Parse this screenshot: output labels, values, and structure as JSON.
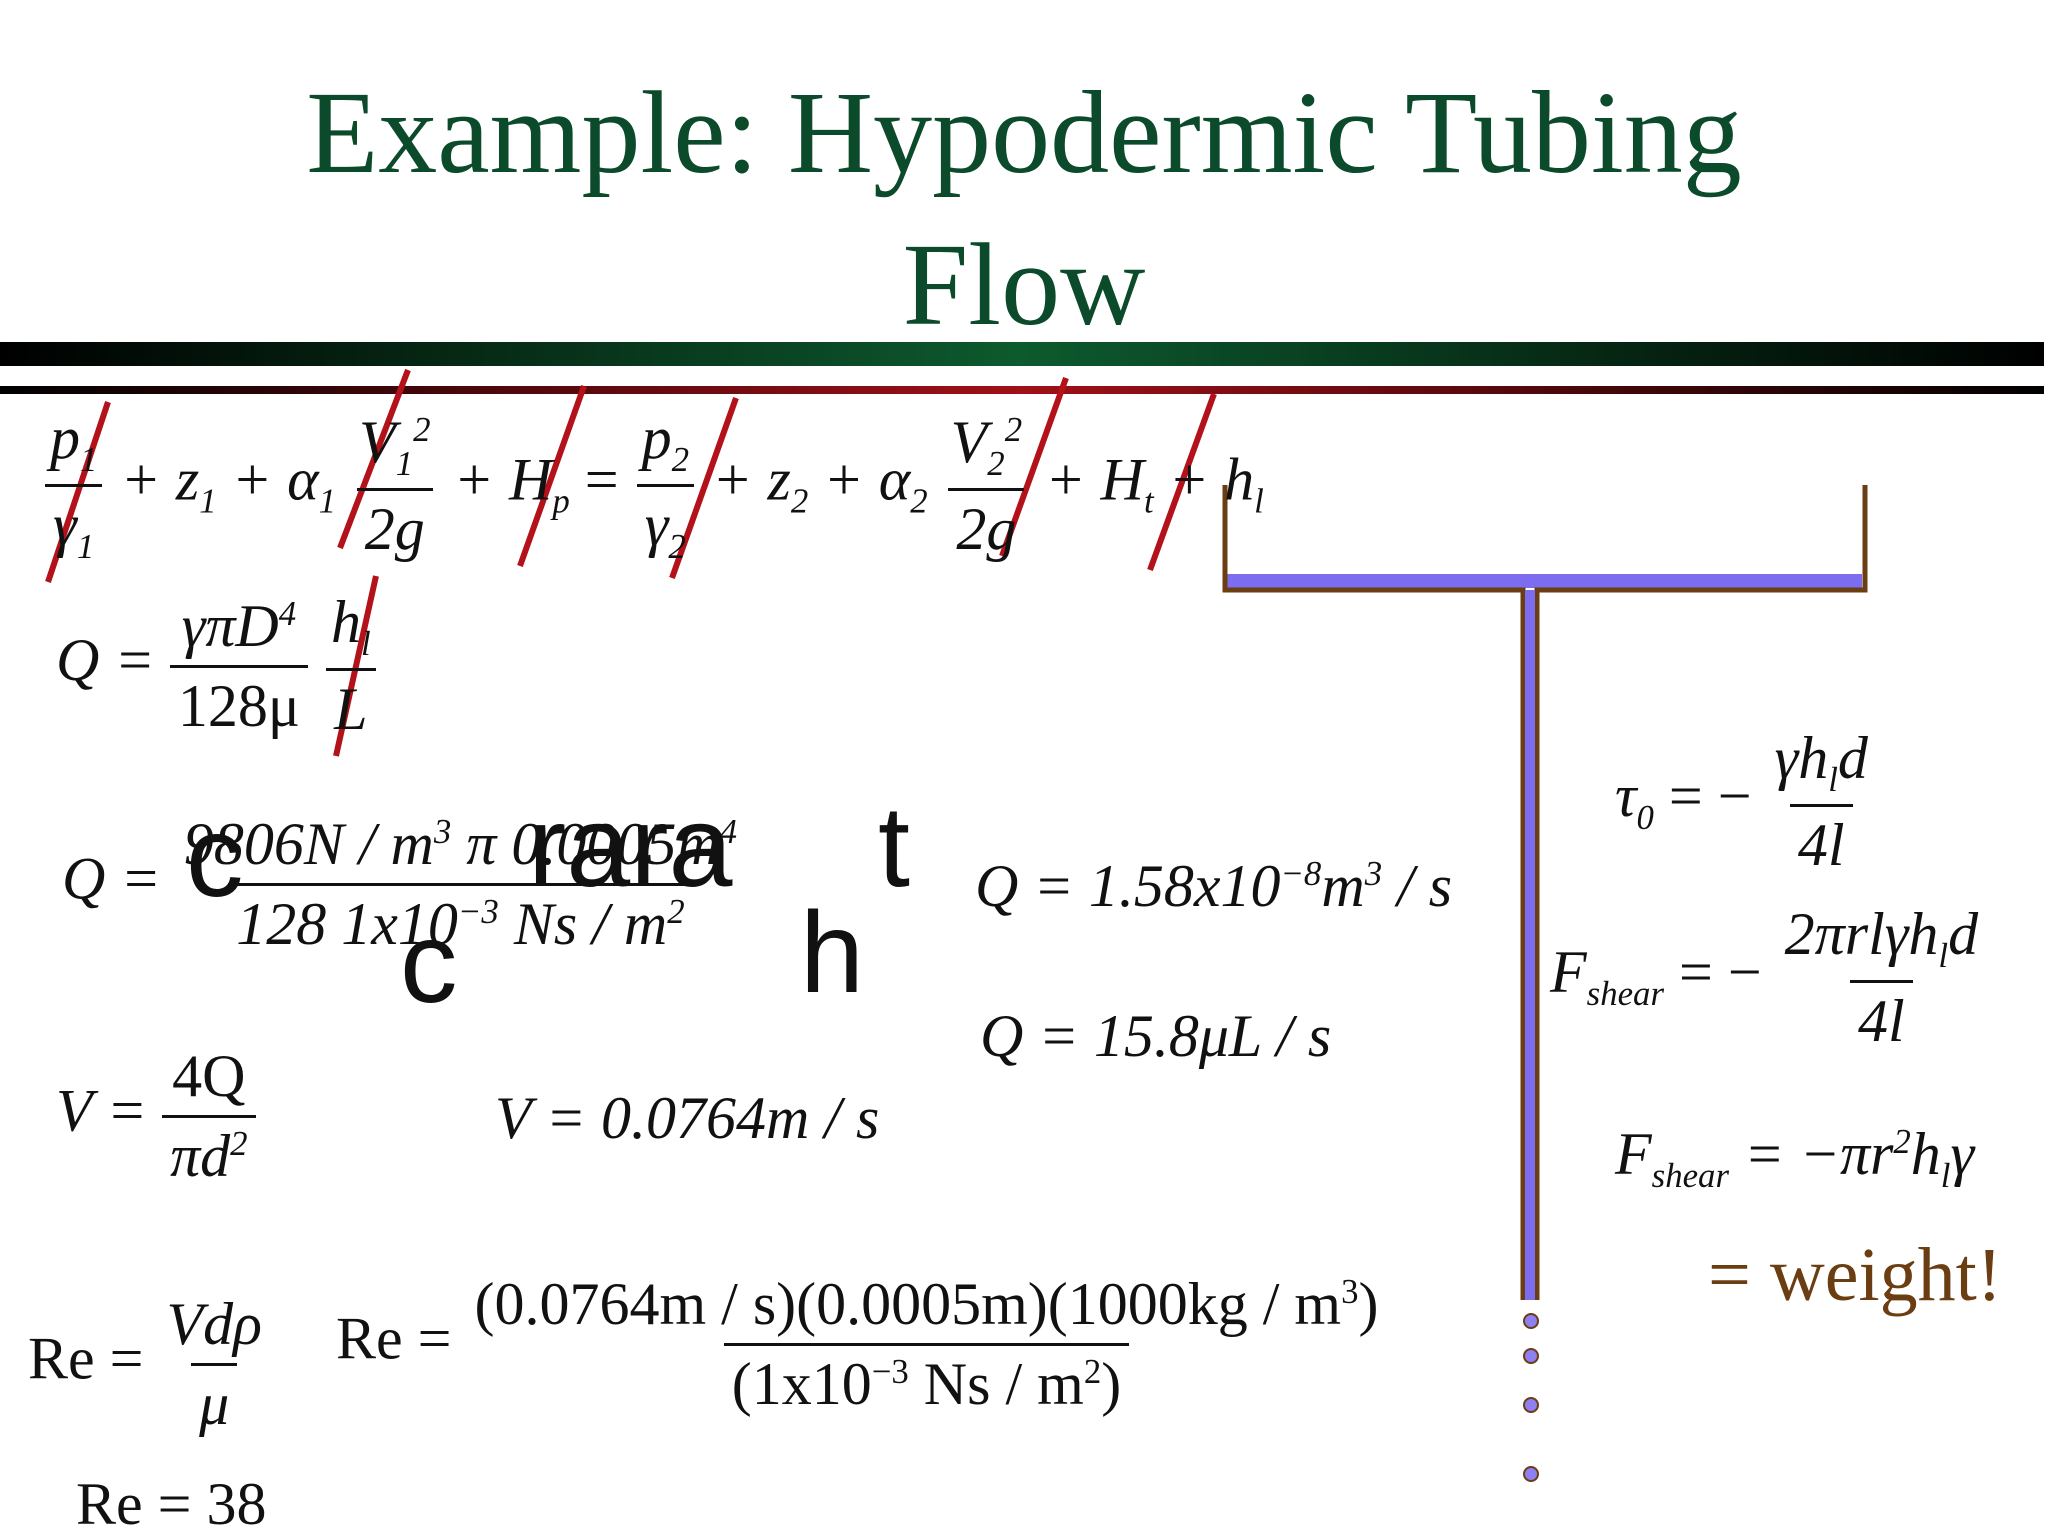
{
  "slide": {
    "title_line1": "Example: Hypodermic Tubing",
    "title_line2": "Flow"
  },
  "energy_equation": {
    "p1": "p",
    "p1_sub": "1",
    "gamma1": "γ",
    "gamma1_sub": "1",
    "z1": "+ z",
    "z1_sub": "1",
    "alpha1": "+ α",
    "alpha1_sub": "1",
    "V1": "V",
    "V1_sub": "1",
    "V1_sup": "2",
    "twog1": "2g",
    "Hp": "+ H",
    "Hp_sub": "p",
    "equals": "=",
    "p2": "p",
    "p2_sub": "2",
    "gamma2": "γ",
    "gamma2_sub": "2",
    "z2": "+ z",
    "z2_sub": "2",
    "alpha2": "+ α",
    "alpha2_sub": "2",
    "V2": "V",
    "V2_sub": "2",
    "V2_sup": "2",
    "twog2": "2g",
    "Ht": "+ H",
    "Ht_sub": "t",
    "hl": "+ h",
    "hl_sub": "l"
  },
  "hagen_poiseuille": {
    "lhs": "Q =",
    "num": "γπD",
    "num_sup": "4",
    "den": "128μ",
    "h_num": "h",
    "h_sub": "l",
    "L_den": "L"
  },
  "substitution": {
    "lhs": "Q =",
    "num": "9806N / m",
    "num_sup": "3",
    "num_rest": "π 0.0005m",
    "num_rest_sup": "4",
    "den": "128 1x10",
    "den_sup": "−3",
    "den_rest": "Ns / m",
    "den_rest_sup": "2",
    "glyph_c1": "c",
    "glyph_rara": "rara",
    "glyph_t": "t",
    "glyph_c2": "c",
    "glyph_h": "h"
  },
  "results": {
    "q1": "Q = 1.58x10",
    "q1_sup": "−8",
    "q1_unit": "m",
    "q1_unit_sup": "3",
    "q1_tail": " / s",
    "q2": "Q = 15.8μL / s"
  },
  "velocity": {
    "lhs": "V =",
    "num": "4Q",
    "den": "πd",
    "den_sup": "2",
    "result": "V = 0.0764m / s"
  },
  "reynolds": {
    "lhs": "Re =",
    "num": "Vdρ",
    "den": "μ",
    "lhs2": "Re =",
    "num2": "(0.0764m / s)(0.0005m)(1000kg / m",
    "num2_sup": "3",
    "num2_tail": ")",
    "den2": "(1x10",
    "den2_sup": "−3",
    "den2_tail": "Ns / m",
    "den2_tail_sup": "2",
    "den2_close": ")",
    "result": "Re = 38"
  },
  "shear": {
    "tau_lhs": "τ",
    "tau_sub": "0",
    "tau_eq": "= −",
    "tau_num": "γh",
    "tau_num_sub": "l",
    "tau_num_tail": "d",
    "tau_den": "4l",
    "f1_lhs": "F",
    "f1_sub": "shear",
    "f1_eq": "= −",
    "f1_num": "2πrlγh",
    "f1_num_sub": "l",
    "f1_num_tail": "d",
    "f1_den": "4l",
    "f2_lhs": "F",
    "f2_sub": "shear",
    "f2_eq": "= −πr",
    "f2_sup": "2",
    "f2_tail": "h",
    "f2_tail_sub": "l",
    "f2_end": "γ",
    "weight": "= weight!"
  },
  "colors": {
    "title": "#0b4a2a",
    "strike": "#b3121a",
    "tank_wall": "#6b3d12",
    "fluid": "#7b6cf0",
    "weight_text": "#6b3d12"
  }
}
